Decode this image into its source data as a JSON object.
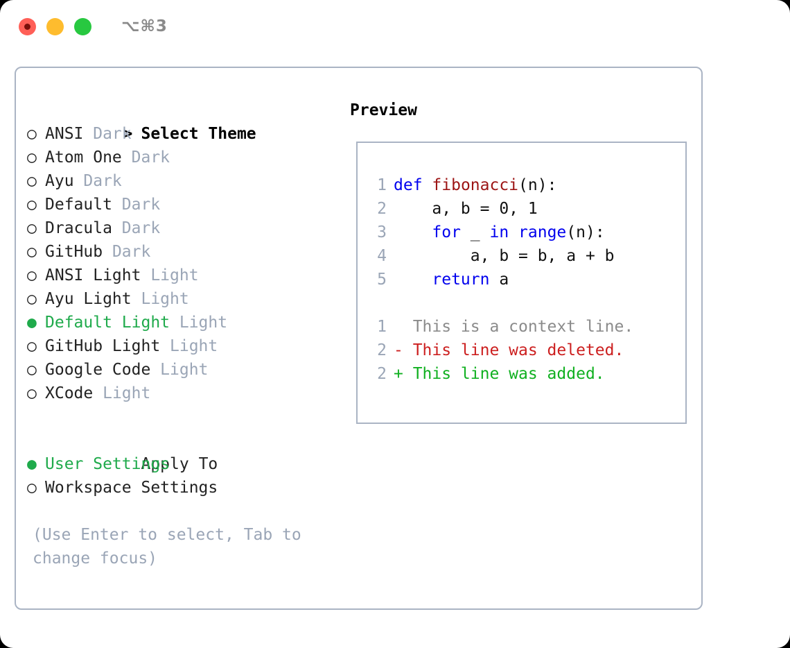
{
  "titlebar": {
    "shortcut": "⌥⌘3",
    "buttons": [
      {
        "name": "close",
        "color": "#ff5f57"
      },
      {
        "name": "minimize",
        "color": "#febc2e"
      },
      {
        "name": "zoom",
        "color": "#28c840"
      }
    ]
  },
  "theme_section": {
    "header_marker": "> ",
    "header": "Select Theme",
    "items": [
      {
        "marker": "○ ",
        "label": "ANSI",
        "suffix": " Dark",
        "selected": false
      },
      {
        "marker": "○ ",
        "label": "Atom One",
        "suffix": " Dark",
        "selected": false
      },
      {
        "marker": "○ ",
        "label": "Ayu",
        "suffix": " Dark",
        "selected": false
      },
      {
        "marker": "○ ",
        "label": "Default",
        "suffix": " Dark",
        "selected": false
      },
      {
        "marker": "○ ",
        "label": "Dracula",
        "suffix": " Dark",
        "selected": false
      },
      {
        "marker": "○ ",
        "label": "GitHub",
        "suffix": " Dark",
        "selected": false
      },
      {
        "marker": "○ ",
        "label": "ANSI Light",
        "suffix": " Light",
        "selected": false
      },
      {
        "marker": "○ ",
        "label": "Ayu Light",
        "suffix": " Light",
        "selected": false
      },
      {
        "marker": "● ",
        "label": "Default Light",
        "suffix": " Light",
        "selected": true
      },
      {
        "marker": "○ ",
        "label": "GitHub Light",
        "suffix": " Light",
        "selected": false
      },
      {
        "marker": "○ ",
        "label": "Google Code",
        "suffix": " Light",
        "selected": false
      },
      {
        "marker": "○ ",
        "label": "XCode",
        "suffix": " Light",
        "selected": false
      }
    ]
  },
  "apply_section": {
    "header_marker": "  ",
    "header": "Apply To",
    "items": [
      {
        "marker": "● ",
        "label": "User Settings",
        "suffix": "",
        "selected": true
      },
      {
        "marker": "○ ",
        "label": "Workspace Settings",
        "suffix": "",
        "selected": false
      }
    ]
  },
  "hint": "(Use Enter to select, Tab to change focus)",
  "preview": {
    "title": "Preview",
    "code_lines": [
      {
        "num": "1",
        "tokens": [
          {
            "t": "def",
            "c": "kw"
          },
          {
            "t": " ",
            "c": "pl"
          },
          {
            "t": "fibonacci",
            "c": "fn"
          },
          {
            "t": "(n):",
            "c": "pl"
          }
        ]
      },
      {
        "num": "2",
        "tokens": [
          {
            "t": "    a, b = 0, 1",
            "c": "pl"
          }
        ]
      },
      {
        "num": "3",
        "tokens": [
          {
            "t": "    ",
            "c": "pl"
          },
          {
            "t": "for",
            "c": "kw"
          },
          {
            "t": " _ ",
            "c": "pl"
          },
          {
            "t": "in",
            "c": "kw"
          },
          {
            "t": " ",
            "c": "pl"
          },
          {
            "t": "range",
            "c": "kw"
          },
          {
            "t": "(n):",
            "c": "pl"
          }
        ]
      },
      {
        "num": "4",
        "tokens": [
          {
            "t": "        a, b = b, a + b",
            "c": "pl"
          }
        ]
      },
      {
        "num": "5",
        "tokens": [
          {
            "t": "    ",
            "c": "pl"
          },
          {
            "t": "return",
            "c": "kw"
          },
          {
            "t": " a",
            "c": "pl"
          }
        ]
      }
    ],
    "diff_lines": [
      {
        "num": "1",
        "prefix": "  ",
        "text": "This is a context line.",
        "kind": "diff-ctx"
      },
      {
        "num": "2",
        "prefix": "- ",
        "text": "This line was deleted.",
        "kind": "diff-del"
      },
      {
        "num": "2",
        "prefix": "+ ",
        "text": "This line was added.",
        "kind": "diff-add"
      }
    ]
  },
  "colors": {
    "accent_green": "#1faa4b",
    "muted": "#9aa5b6",
    "border": "#aab4c4",
    "keyword_blue": "#0000ee",
    "function_red": "#9c1414",
    "diff_added": "#10b020",
    "diff_deleted": "#cc1f1f"
  }
}
